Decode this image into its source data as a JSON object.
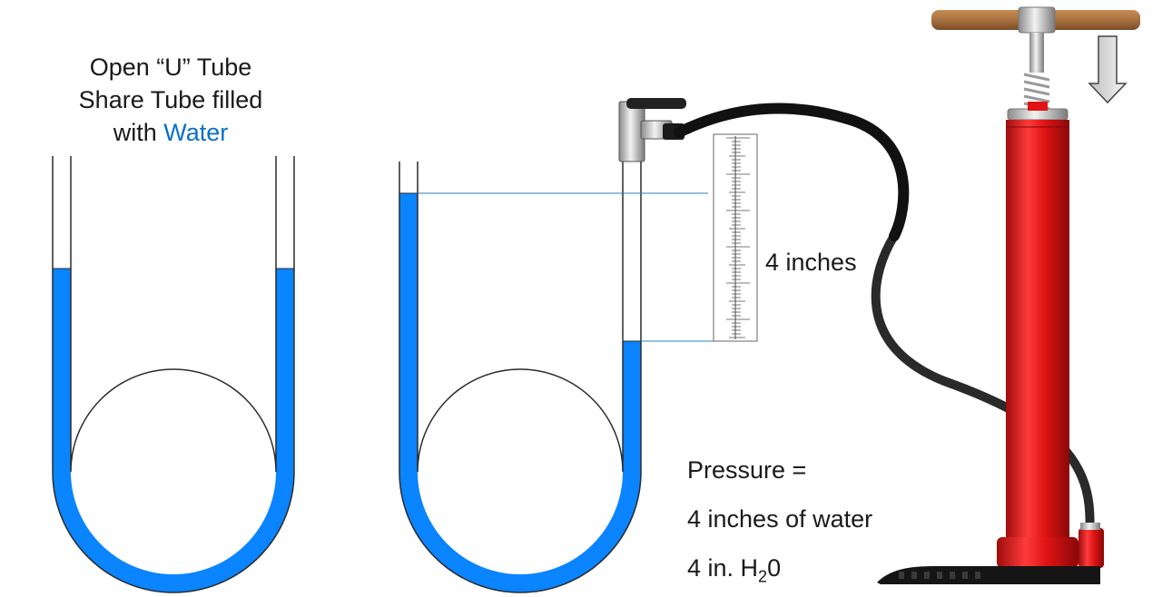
{
  "title": {
    "line1": "Open “U” Tube",
    "line2": "Share Tube filled",
    "line3_prefix": "with ",
    "line3_highlight": "Water"
  },
  "measurement_label": "4 inches",
  "pressure": {
    "line1": "Pressure =",
    "line2": "4 inches of water",
    "line3_prefix": "4 in. H",
    "line3_sub": "2",
    "line3_suffix": "0"
  },
  "colors": {
    "water": "#0a84ff",
    "pump_body": "#e01414",
    "hose": "#2a2a2a",
    "handle": "#a8703f",
    "text_highlight": "#0a6fc9"
  },
  "icons": [
    "down-arrow-icon"
  ]
}
